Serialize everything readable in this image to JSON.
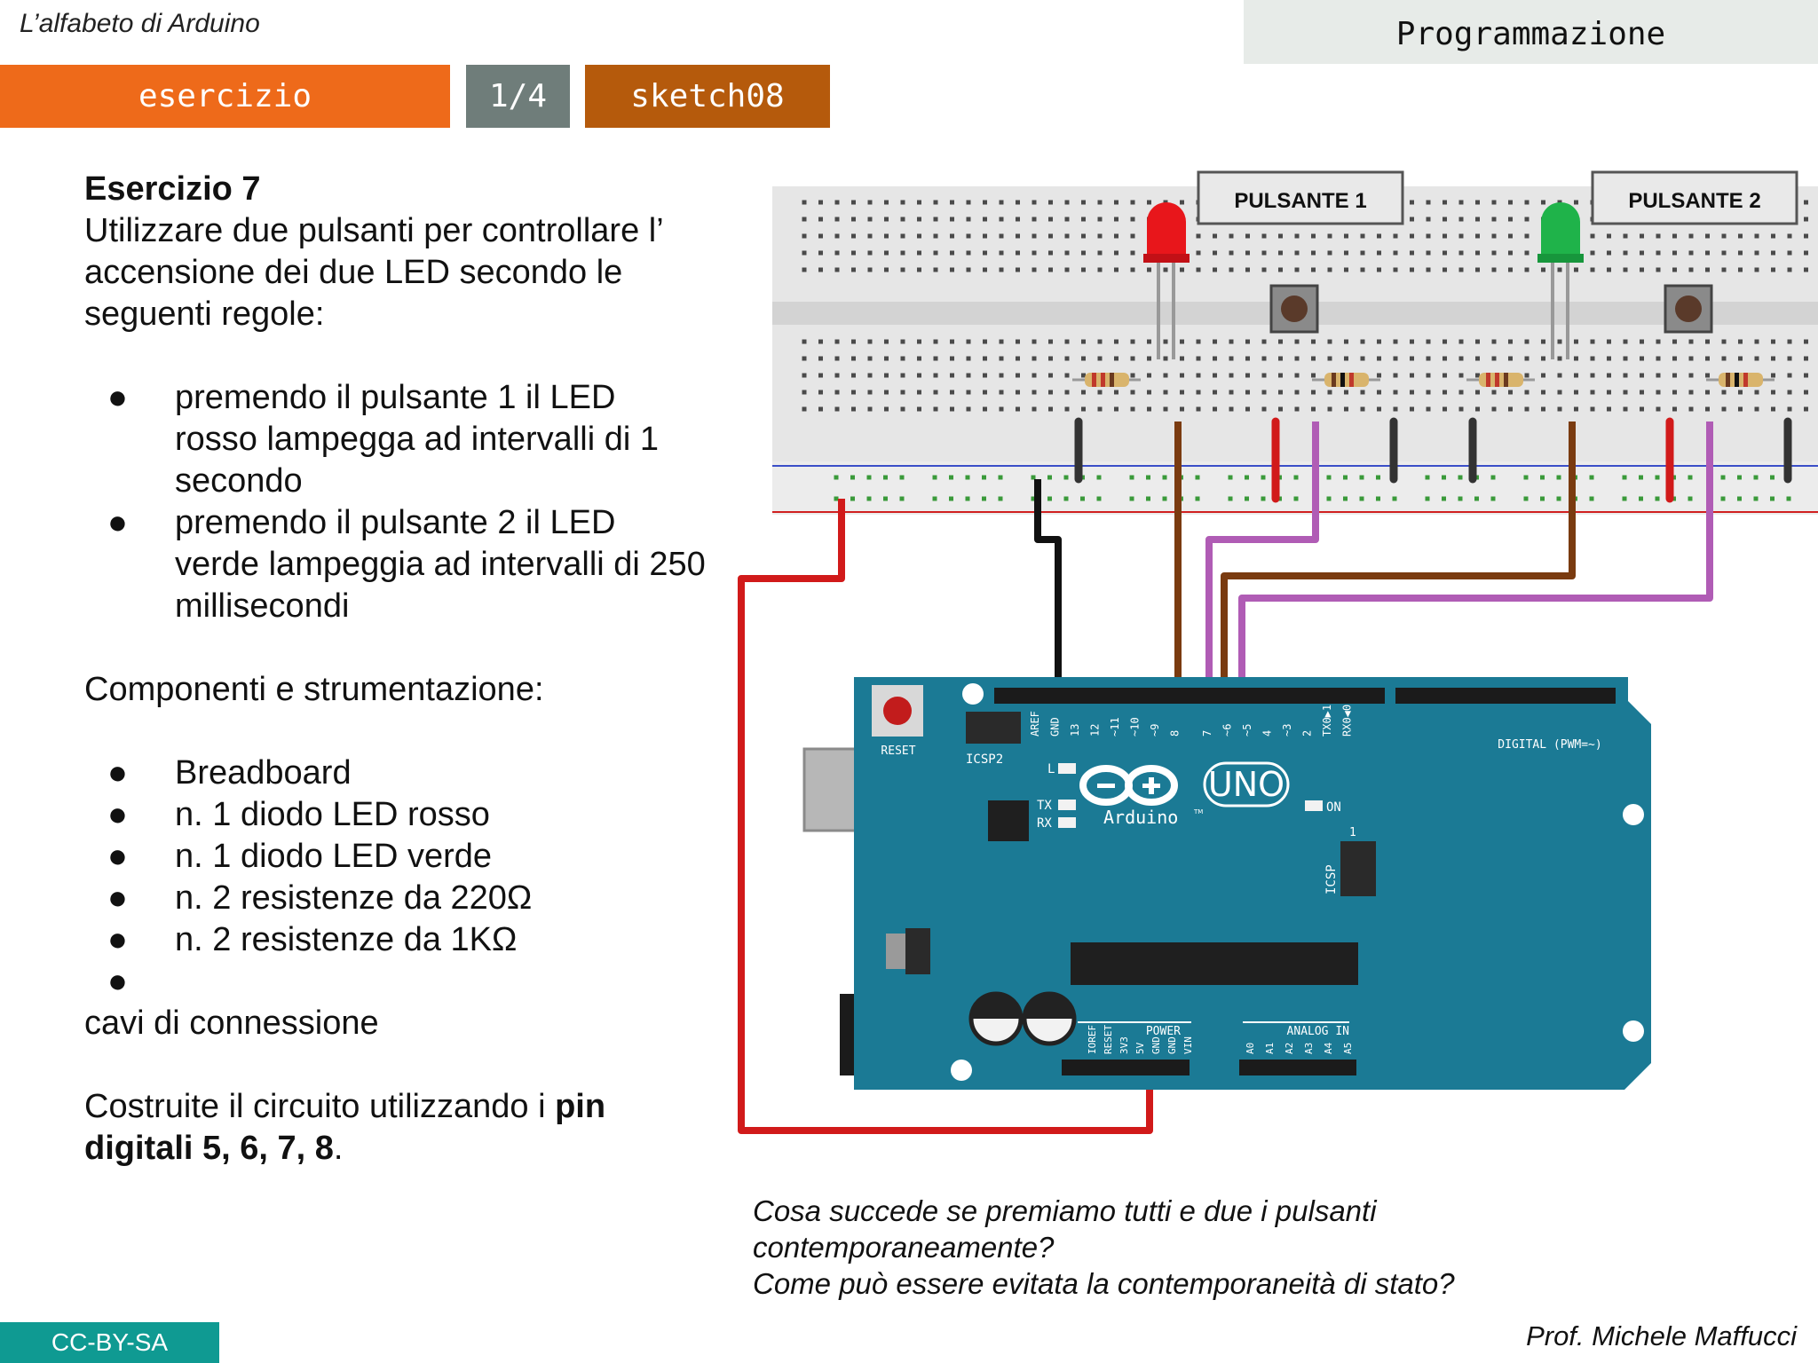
{
  "header": {
    "series_title": "L’alfabeto di Arduino",
    "topic": "Programmazione",
    "tags": {
      "exercise": "esercizio",
      "page": "1/4",
      "sketch": "sketch08"
    }
  },
  "content": {
    "title": "Esercizio 7",
    "intro": "Utilizzare due pulsanti per controllare l’ accensione dei due LED secondo le seguenti regole:",
    "rules": [
      "premendo il pulsante 1 il LED rosso lampegga ad intervalli di 1 secondo",
      "premendo il pulsante 2 il LED verde lampeggia ad intervalli di 250 millisecondi"
    ],
    "components_heading": "Componenti e strumentazione:",
    "components": [
      "Breadboard",
      "n. 1 diodo LED rosso",
      "n. 1 diodo LED verde",
      "n. 2 resistenze da 220Ω",
      "n. 2 resistenze da 1KΩ",
      ""
    ],
    "components_tail": "cavi di connessione",
    "instruction_prefix": "Costruite il circuito utilizzando i ",
    "instruction_bold": "pin digitali 5, 6, 7, 8",
    "instruction_suffix": "."
  },
  "diagram": {
    "button1_label": "PULSANTE 1",
    "button2_label": "PULSANTE 2",
    "board": {
      "reset": "RESET",
      "icsp2": "ICSP2",
      "icsp": "ICSP",
      "digital": "DIGITAL (PWM=~)",
      "uno": "UNO",
      "brand": "Arduino",
      "tm": "TM",
      "led_l": "L",
      "tx": "TX",
      "rx": "RX",
      "on": "ON",
      "one": "1",
      "power": "POWER",
      "analog": "ANALOG IN",
      "top_pins": [
        "AREF",
        "GND",
        "13",
        "12",
        "~11",
        "~10",
        "~9",
        "8",
        "7",
        "~6",
        "~5",
        "4",
        "~3",
        "2",
        "TX0▶1",
        "RX0◀0"
      ],
      "bottom_pins": [
        "IOREF",
        "RESET",
        "3V3",
        "5V",
        "GND",
        "GND",
        "VIN",
        "A0",
        "A1",
        "A2",
        "A3",
        "A4",
        "A5"
      ]
    }
  },
  "questions": [
    "Cosa succede se premiamo tutti e due i pulsanti",
    "contemporaneamente?",
    "Come può essere evitata la contemporaneità di stato?"
  ],
  "footer": {
    "license": "CC-BY-SA",
    "author": "Prof. Michele Maffucci"
  },
  "colors": {
    "orange": "#ee6a1a",
    "gray": "#6f7d7a",
    "brown": "#b55a0c",
    "teal": "#0f9a92",
    "arduino": "#1b7a95",
    "wire_red": "#d11a1a",
    "wire_brown": "#7a3b10",
    "wire_purple": "#b05cb5"
  }
}
